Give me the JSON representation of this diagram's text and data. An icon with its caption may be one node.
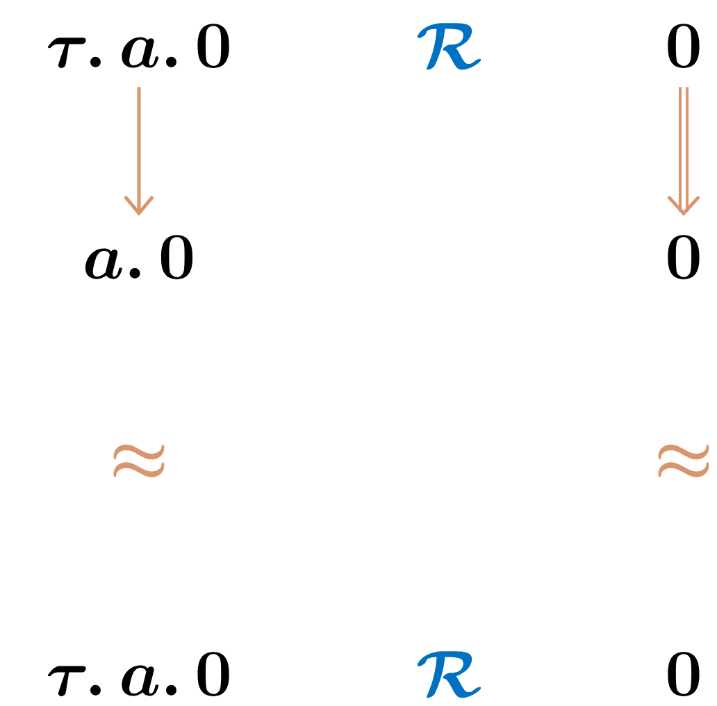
{
  "diagram": {
    "nodes": [
      {
        "text": [
          "\\tau.\\,a.\\,0"
        ]
      },
      {
        "text": [
          "0"
        ]
      },
      {
        "text": [
          "a.\\,0"
        ]
      },
      {
        "text": [
          "0"
        ]
      },
      {
        "text": [
          "\\tau.\\,a.\\,0"
        ]
      },
      {
        "text": [
          "0"
        ]
      }
    ],
    "edges": [
      {
        "from": 0,
        "to": 2,
        "arrow": "to"
      },
      {
        "from": 1,
        "to": 3,
        "arrow": "to",
        "style": "thick"
      }
    ],
    "labels": [
      "\\mathcal{R}",
      "\\approx",
      "\\approx",
      "\\mathcal{R}"
    ]
  }
}
